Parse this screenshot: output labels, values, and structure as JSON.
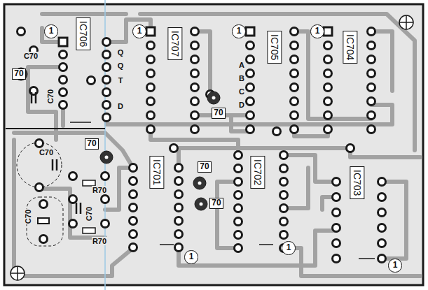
{
  "diagram": {
    "nodes": [
      {
        "text": [
          "IC706"
        ]
      },
      {
        "text": [
          "1"
        ]
      },
      {
        "text": [
          "1"
        ]
      },
      {
        "text": [
          "IC707"
        ]
      },
      {
        "text": [
          "1"
        ]
      },
      {
        "text": [
          "IC705"
        ]
      },
      {
        "text": [
          "1"
        ]
      },
      {
        "text": [
          "IC704"
        ]
      },
      {
        "text": [
          "70"
        ]
      },
      {
        "text": [
          "70"
        ]
      },
      {
        "text": [
          "70"
        ]
      },
      {
        "text": [
          "IC701"
        ]
      },
      {
        "text": [
          "70"
        ]
      },
      {
        "text": [
          "IC702"
        ]
      },
      {
        "text": [
          "IC703"
        ]
      },
      {
        "text": [
          "70"
        ]
      },
      {
        "text": [
          "1"
        ]
      },
      {
        "text": [
          "1"
        ]
      },
      {
        "text": [
          "1"
        ]
      }
    ],
    "labels": [
      "C70",
      "C70",
      "Q",
      "Q",
      "T",
      "D",
      "A",
      "B",
      "C",
      "D",
      "C70",
      "R70",
      "C70",
      "R70",
      "C70"
    ]
  }
}
